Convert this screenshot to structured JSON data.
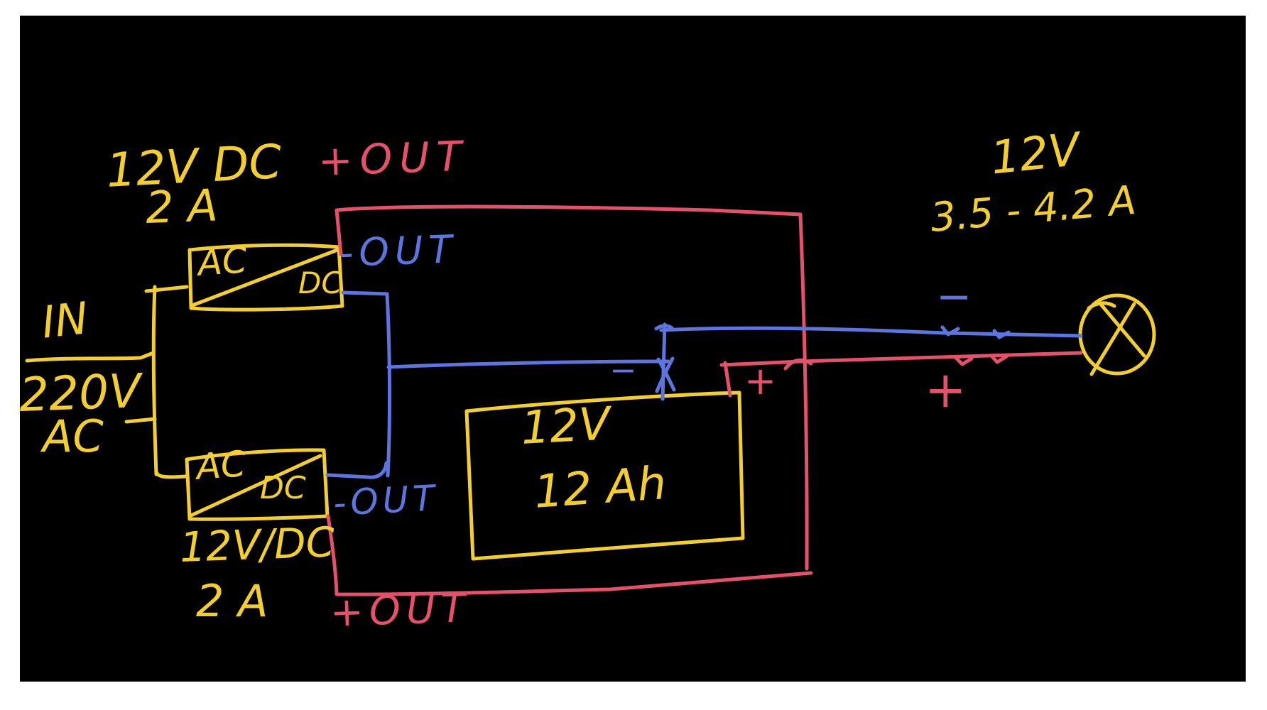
{
  "colors": {
    "page_bg": "#ffffff",
    "canvas_bg": "#000000",
    "wire_yellow": "#f2ce2f",
    "wire_red": "#e5516b",
    "wire_blue": "#5d75de"
  },
  "power_input": {
    "label": "IN",
    "voltage": "220V",
    "current_type": "AC"
  },
  "converter_top": {
    "rating_voltage": "12V DC",
    "rating_current": "2 A",
    "in_port": "AC",
    "out_port": "DC",
    "positive_output": "+OUT",
    "negative_output": "-OUT"
  },
  "converter_bottom": {
    "rating_voltage": "12V/DC",
    "rating_current": "2 A",
    "in_port": "AC",
    "out_port": "DC",
    "positive_output": "+OUT",
    "negative_output": "-OUT"
  },
  "battery": {
    "voltage": "12V",
    "capacity": "12 Ah",
    "positive_terminal": "+",
    "negative_terminal": "−"
  },
  "lamp": {
    "voltage": "12V",
    "current_range": "3.5 - 4.2 A",
    "positive_terminal": "+",
    "negative_terminal": "−"
  }
}
